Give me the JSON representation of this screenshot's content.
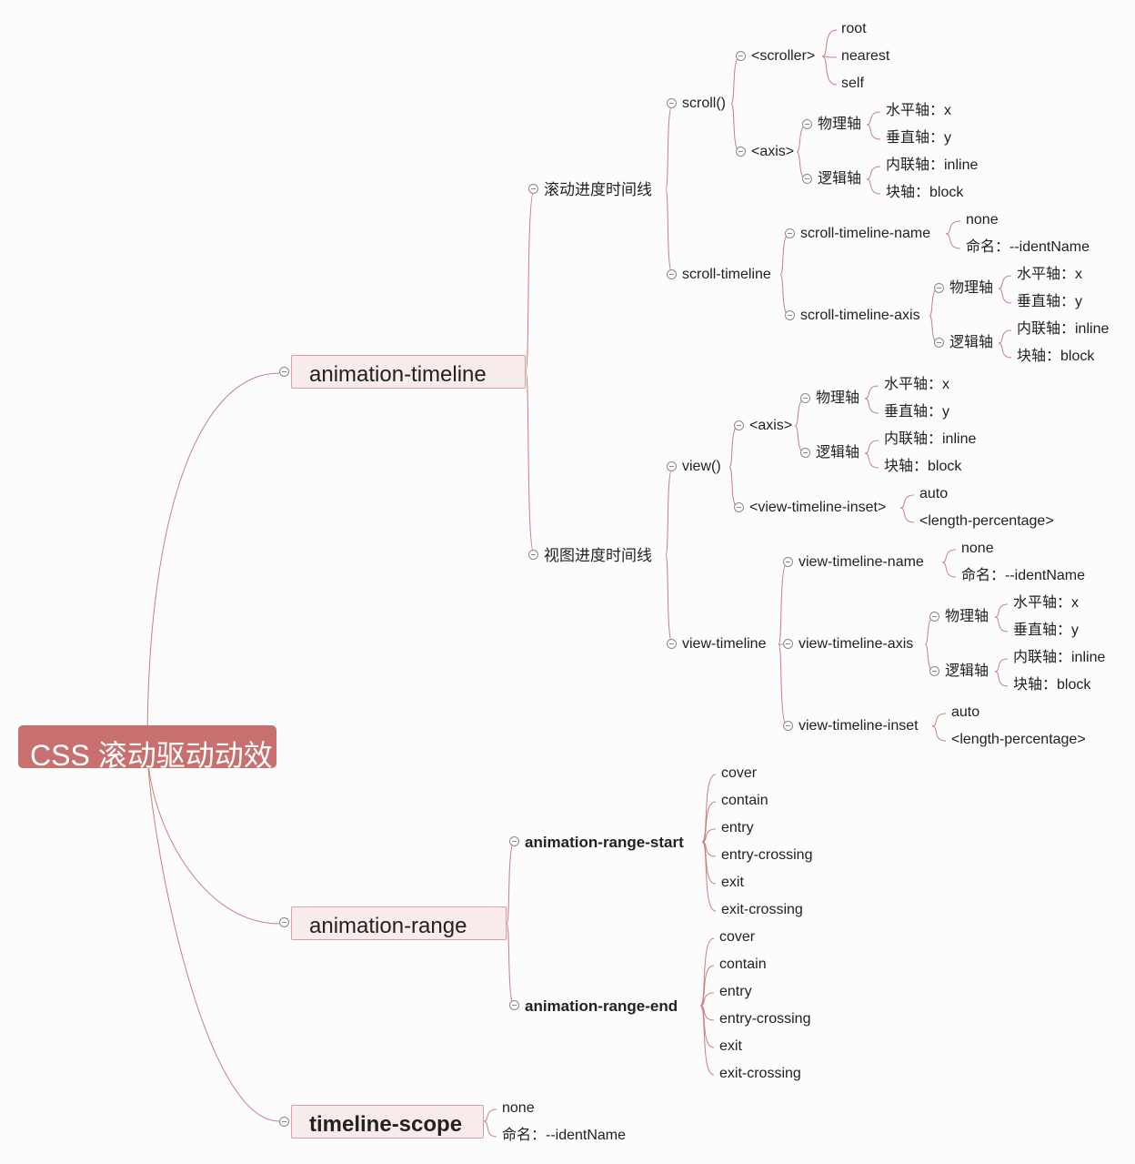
{
  "colors": {
    "root_fill": "#c87070",
    "branch_box_fill": "#f8ebeb",
    "connector": "#c98080"
  },
  "root": {
    "label": "CSS 滚动驱动动效"
  },
  "animation_timeline": {
    "label": "animation-timeline",
    "scroll_progress": {
      "label": "滚动进度时间线",
      "scroll_fn": {
        "label": "scroll()",
        "scroller": {
          "label": "<scroller>",
          "values": [
            "root",
            "nearest",
            "self"
          ]
        },
        "axis": {
          "label": "<axis>",
          "physical": {
            "label": "物理轴",
            "values": [
              "水平轴：x",
              "垂直轴：y"
            ]
          },
          "logical": {
            "label": "逻辑轴",
            "values": [
              "内联轴：inline",
              "块轴：block"
            ]
          }
        }
      },
      "scroll_timeline": {
        "label": "scroll-timeline",
        "name": {
          "label": "scroll-timeline-name",
          "values": [
            "none",
            "命名：--identName"
          ]
        },
        "axis": {
          "label": "scroll-timeline-axis",
          "physical": {
            "label": "物理轴",
            "values": [
              "水平轴：x",
              "垂直轴：y"
            ]
          },
          "logical": {
            "label": "逻辑轴",
            "values": [
              "内联轴：inline",
              "块轴：block"
            ]
          }
        }
      }
    },
    "view_progress": {
      "label": "视图进度时间线",
      "view_fn": {
        "label": "view()",
        "axis": {
          "label": "<axis>",
          "physical": {
            "label": "物理轴",
            "values": [
              "水平轴：x",
              "垂直轴：y"
            ]
          },
          "logical": {
            "label": "逻辑轴",
            "values": [
              "内联轴：inline",
              "块轴：block"
            ]
          }
        },
        "inset": {
          "label": "<view-timeline-inset>",
          "values": [
            "auto",
            "<length-percentage>"
          ]
        }
      },
      "view_timeline": {
        "label": "view-timeline",
        "name": {
          "label": "view-timeline-name",
          "values": [
            "none",
            "命名：--identName"
          ]
        },
        "axis": {
          "label": "view-timeline-axis",
          "physical": {
            "label": "物理轴",
            "values": [
              "水平轴：x",
              "垂直轴：y"
            ]
          },
          "logical": {
            "label": "逻辑轴",
            "values": [
              "内联轴：inline",
              "块轴：block"
            ]
          }
        },
        "inset": {
          "label": "view-timeline-inset",
          "values": [
            "auto",
            "<length-percentage>"
          ]
        }
      }
    }
  },
  "animation_range": {
    "label": "animation-range",
    "start": {
      "label": "animation-range-start",
      "values": [
        "cover",
        "contain",
        "entry",
        "entry-crossing",
        "exit",
        "exit-crossing"
      ]
    },
    "end": {
      "label": "animation-range-end",
      "values": [
        "cover",
        "contain",
        "entry",
        "entry-crossing",
        "exit",
        "exit-crossing"
      ]
    }
  },
  "timeline_scope": {
    "label": "timeline-scope",
    "values": [
      "none",
      "命名：--identName"
    ]
  }
}
